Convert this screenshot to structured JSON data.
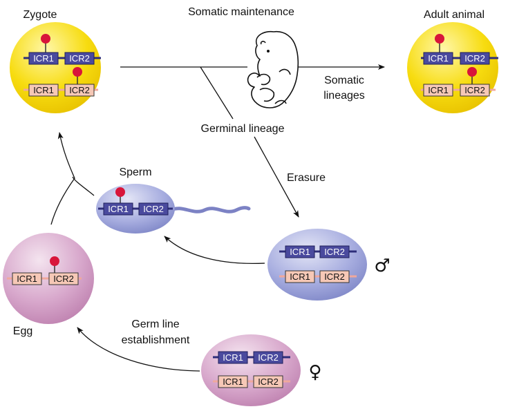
{
  "labels": {
    "zygote": "Zygote",
    "somatic_maintenance": "Somatic maintenance",
    "adult_animal": "Adult animal",
    "somatic_lineages_1": "Somatic",
    "somatic_lineages_2": "lineages",
    "germinal_lineage": "Germinal lineage",
    "erasure": "Erasure",
    "sperm": "Sperm",
    "egg": "Egg",
    "germ_line_1": "Germ line",
    "germ_line_2": "establishment",
    "male_symbol": "♂",
    "female_symbol": "♀"
  },
  "icr": {
    "icr1": "ICR1",
    "icr2": "ICR2"
  },
  "colors": {
    "paternal_box": "#4a4a9e",
    "paternal_line": "#2e2e7a",
    "maternal_box": "#f6c8b6",
    "maternal_line": "#f0a89c",
    "methyl": "#d8153a",
    "zygote_fill": "#f4d400",
    "sperm_fill": "#9ea4d8",
    "egg_fill": "#c98cb8"
  }
}
